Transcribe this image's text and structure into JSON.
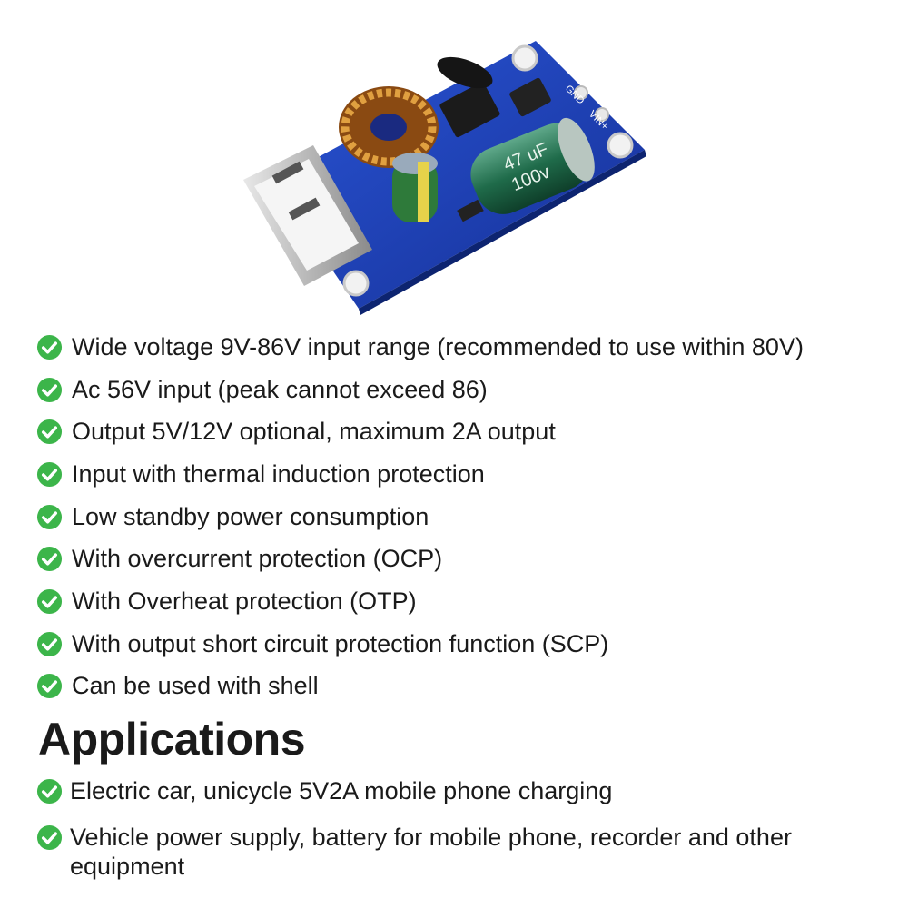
{
  "product": {
    "capacitor_large": "47 uF",
    "capacitor_voltage": "100v",
    "pin_gnd": "GND",
    "pin_vin": "VIN+"
  },
  "colors": {
    "check": "#3cb54a",
    "pcb": "#1d3fb0",
    "text": "#1a1a1a"
  },
  "features": [
    "Wide voltage 9V-86V input range (recommended to use within 80V)",
    "Ac 56V input (peak cannot exceed 86)",
    "Output 5V/12V optional, maximum 2A output",
    "Input with thermal induction protection",
    "Low standby power consumption",
    "With overcurrent protection (OCP)",
    "With Overheat protection (OTP)",
    "With output short circuit protection function (SCP)",
    "Can be used with shell"
  ],
  "applications_heading": "Applications",
  "applications": [
    "Electric car, unicycle 5V2A mobile phone charging",
    "Vehicle power supply, battery for mobile phone, recorder and other equipment"
  ]
}
